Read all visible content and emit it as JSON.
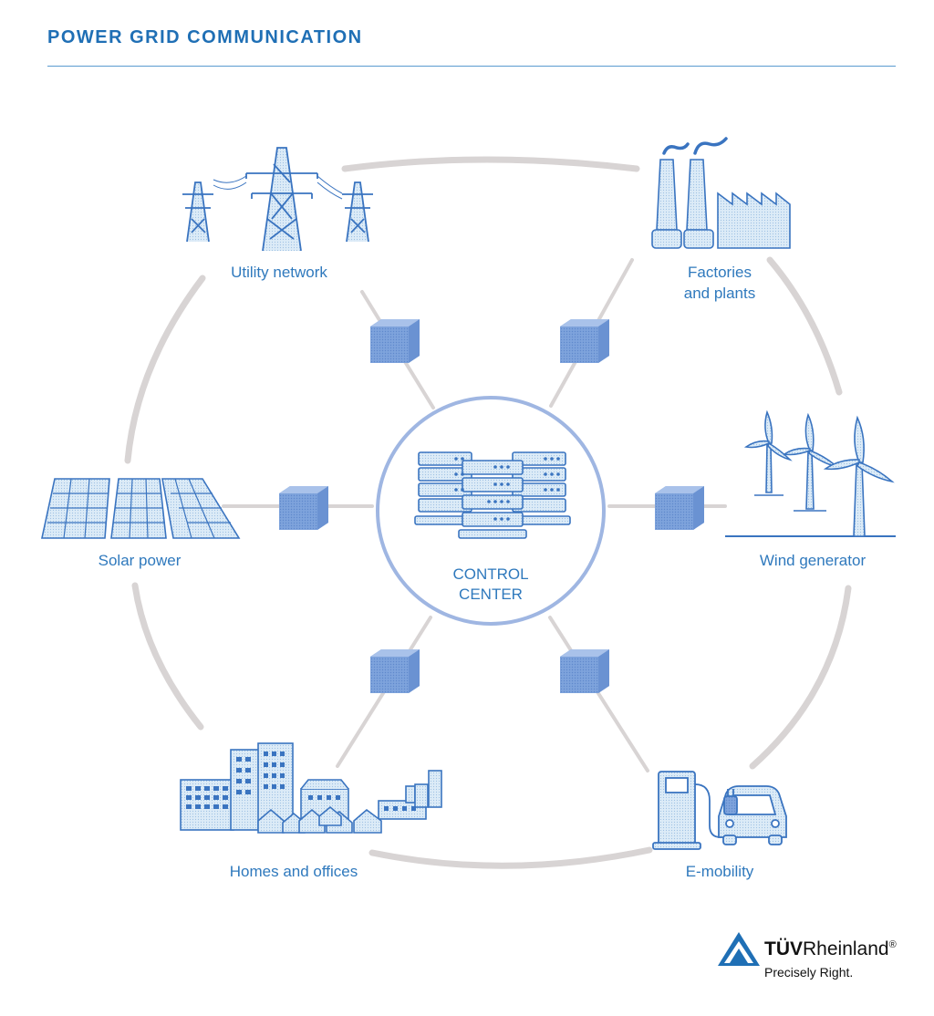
{
  "title": "POWER GRID COMMUNICATION",
  "nodes": [
    {
      "id": "utility",
      "lines": [
        "Utility network"
      ]
    },
    {
      "id": "factories",
      "lines": [
        "Factories",
        "and plants"
      ]
    },
    {
      "id": "solar",
      "lines": [
        "Solar power"
      ]
    },
    {
      "id": "wind",
      "lines": [
        "Wind generator"
      ]
    },
    {
      "id": "homes",
      "lines": [
        "Homes and offices"
      ]
    },
    {
      "id": "emobility",
      "lines": [
        "E-mobility"
      ]
    }
  ],
  "center": {
    "lines": [
      "CONTROL",
      "CENTER"
    ]
  },
  "logo": {
    "brand_bold": "TÜV",
    "brand_rest": "Rheinland",
    "registered": "®",
    "tagline": "Precisely Right."
  },
  "colors": {
    "accent": "#1f6fb5",
    "icon_stroke": "#3a74c0",
    "icon_fill": "#dcebf7",
    "cube": "#7ea3dc",
    "ring": "#d8d4d4"
  }
}
